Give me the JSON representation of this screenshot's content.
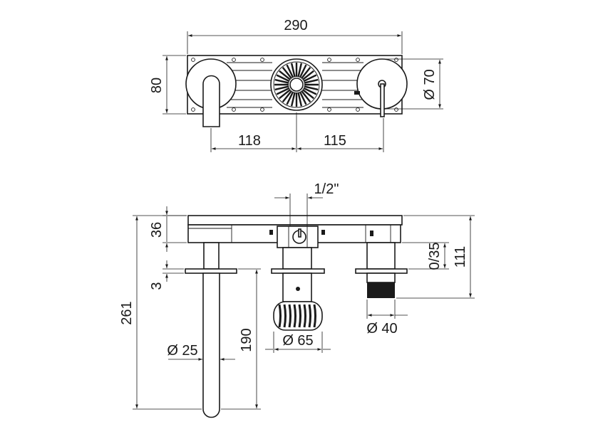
{
  "top_view": {
    "dim_width": "290",
    "dim_height": "80",
    "dim_diameter": "Ø 70",
    "dim_left": "118",
    "dim_right": "115"
  },
  "side_view": {
    "dim_thread": "1/2\"",
    "dim_box_depth": "36",
    "dim_plate": "3",
    "dim_total_height": "261",
    "dim_spout_length": "190",
    "dim_spout_diameter": "Ø 25",
    "dim_knob_diameter": "Ø 65",
    "dim_lever_diameter": "Ø 40",
    "dim_adjust": "0/35",
    "dim_depth": "111"
  }
}
